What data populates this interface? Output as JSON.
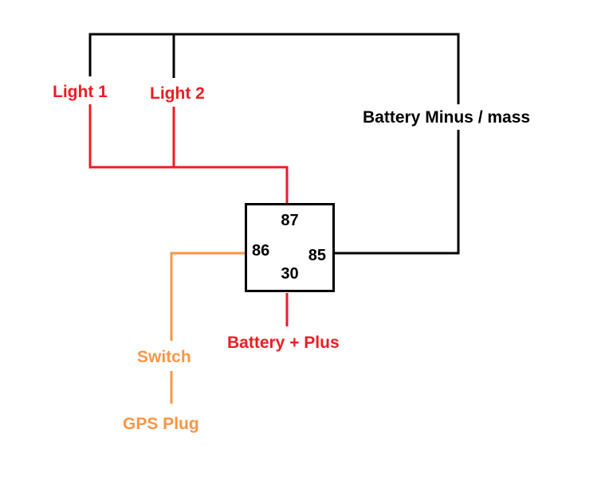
{
  "diagram": {
    "kind": "relay-wiring-diagram",
    "relay": {
      "pin_87": "87",
      "pin_86": "86",
      "pin_85": "85",
      "pin_30": "30"
    },
    "labels": {
      "light1": "Light 1",
      "light2": "Light 2",
      "battery_minus": "Battery Minus / mass",
      "battery_plus": "Battery + Plus",
      "switch": "Switch",
      "gps_plug": "GPS Plug"
    },
    "colors": {
      "black_wire": "#000000",
      "red_wire": "#ed1c24",
      "orange_wire": "#f79646",
      "background": "#ffffff"
    }
  }
}
